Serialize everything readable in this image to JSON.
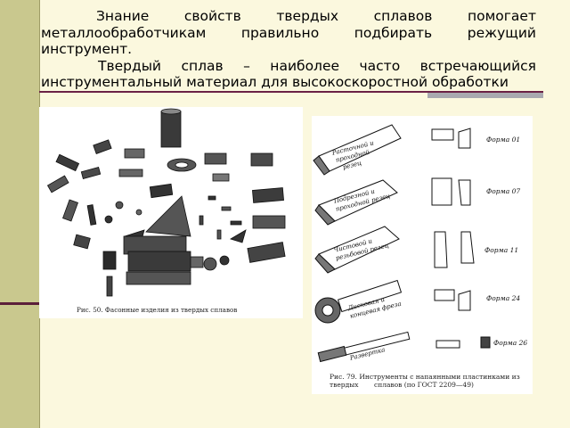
{
  "slide": {
    "paragraph1": "Знание свойств твердых сплавов помогает металлообработчикам правильно подбирать режущий инструмент.",
    "paragraph2": "Твердый сплав – наиболее часто встречающийся инструментальный материал для высокоскоростной обработки"
  },
  "figure_left": {
    "caption": "Рис. 50. Фасонные изделия из твердых сплавов"
  },
  "figure_right": {
    "caption_line1": "Рис. 79. Инструменты с напаянными пластинками из твердых",
    "caption_line2": "сплавов (по ГОСТ 2209—49)",
    "tools": [
      {
        "label_l1": "Расточной и",
        "label_l2": "проходной",
        "label_l3": "резец",
        "form": "Форма 01"
      },
      {
        "label_l1": "Подрезной и",
        "label_l2": "проходной резец",
        "label_l3": "",
        "form": "Форма 07"
      },
      {
        "label_l1": "Чистовой и",
        "label_l2": "резьбовой резец",
        "label_l3": "",
        "form": "Форма 11"
      },
      {
        "label_l1": "Дисковая и",
        "label_l2": "концевая фреза",
        "label_l3": "",
        "form": "Форма 24"
      },
      {
        "label_l1": "Развертка",
        "label_l2": "",
        "label_l3": "",
        "form": "Форма 26"
      }
    ]
  }
}
